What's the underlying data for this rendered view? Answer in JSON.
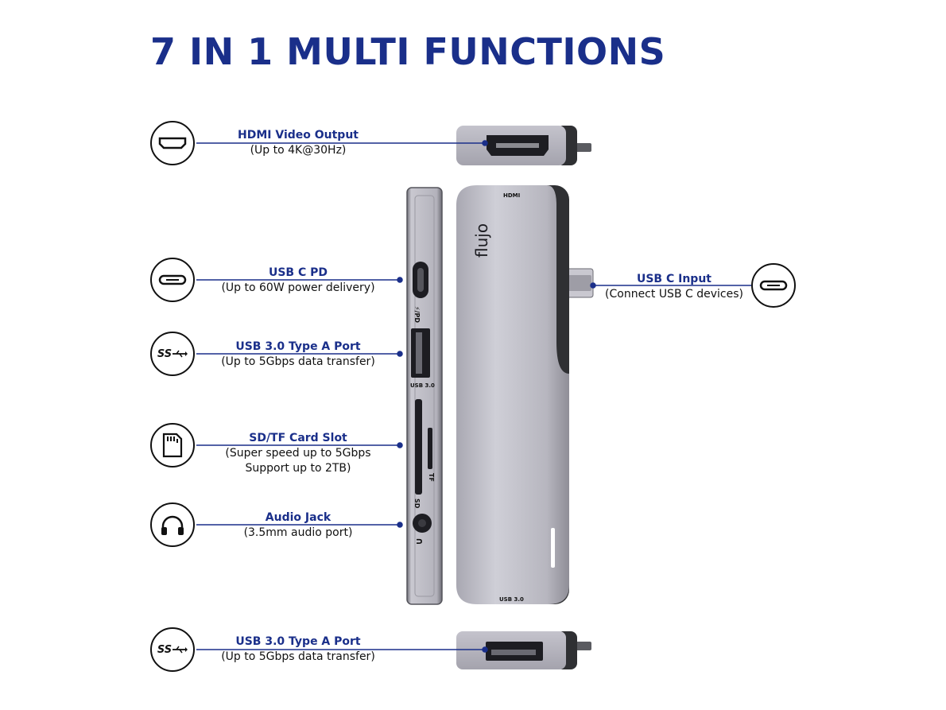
{
  "title": "7 IN 1 MULTI FUNCTIONS",
  "colors": {
    "accent": "#1a2f8a",
    "body_silver": "#b8b7c0",
    "body_dark": "#2f3033"
  },
  "brand": "flujo",
  "device_marks": {
    "hdmi": "HDMI",
    "usb30_top": "USB 3.0",
    "usb30_side": "USB 3.0",
    "pd": "⚡/PD",
    "tf": "TF",
    "sd": "SD",
    "audio": "∩"
  },
  "callouts": [
    {
      "icon": "hdmi-icon",
      "title": "HDMI Video Output",
      "sub": [
        "(Up to 4K@30Hz)"
      ]
    },
    {
      "icon": "usb-c-icon",
      "title": "USB C PD",
      "sub": [
        "(Up to 60W power delivery)"
      ]
    },
    {
      "icon": "usb-superspeed-icon",
      "icon_text": "SS",
      "title": "USB 3.0 Type A Port",
      "sub": [
        "(Up to 5Gbps data transfer)"
      ]
    },
    {
      "icon": "sd-card-icon",
      "title": "SD/TF Card Slot",
      "sub": [
        "(Super speed up to 5Gbps",
        "Support up to 2TB)"
      ]
    },
    {
      "icon": "headphones-icon",
      "title": "Audio Jack",
      "sub": [
        "(3.5mm audio port)"
      ]
    },
    {
      "icon": "usb-superspeed-icon",
      "icon_text": "SS",
      "title": "USB 3.0 Type A Port",
      "sub": [
        "(Up to 5Gbps data transfer)"
      ]
    },
    {
      "icon": "usb-c-icon",
      "title": "USB C Input",
      "sub": [
        "(Connect USB C devices)"
      ]
    }
  ]
}
